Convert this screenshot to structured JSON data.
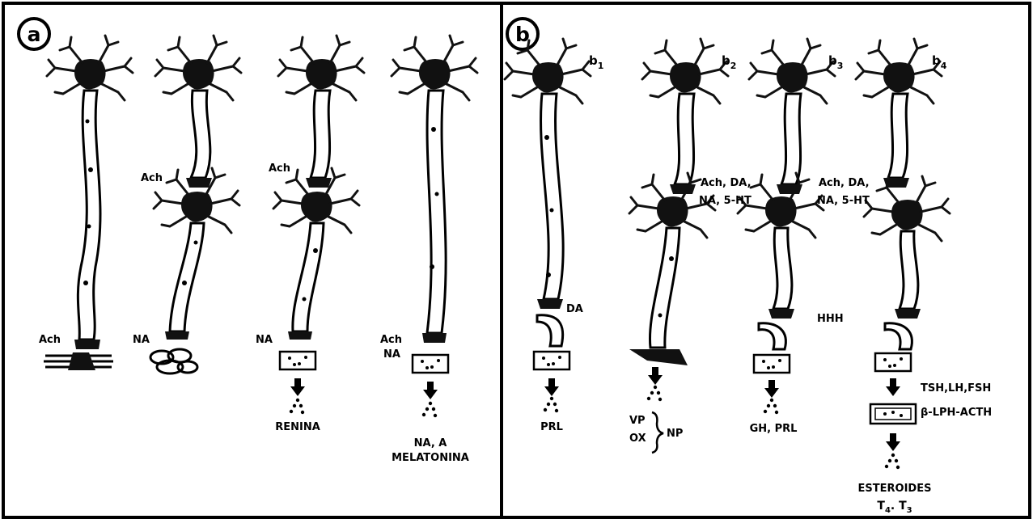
{
  "panels": {
    "a": {
      "letter": "a",
      "neurons": [
        {
          "terminal_label": "Ach"
        },
        {
          "synapse_label": "Ach",
          "terminal_label": "NA"
        },
        {
          "synapse_label": "Ach",
          "terminal_label": "NA",
          "product": "RENINA"
        },
        {
          "terminal_label_1": "Ach",
          "terminal_label_2": "NA",
          "product_1": "NA, A",
          "product_2": "MELATONINA"
        }
      ]
    },
    "b": {
      "letter": "b",
      "neurons": [
        {
          "tag": "b",
          "sub": "1",
          "terminal_label": "DA",
          "product": "PRL"
        },
        {
          "tag": "b",
          "sub": "2",
          "product_1": "VP",
          "product_2": "OX",
          "product_side": "NP"
        },
        {
          "tag": "b",
          "sub": "3",
          "synapse_label_1": "Ach, DA,",
          "synapse_label_2": "NA, 5-HT",
          "product": "GH, PRL"
        },
        {
          "tag": "b",
          "sub": "4",
          "synapse_label_1": "Ach, DA,",
          "synapse_label_2": "NA, 5-HT",
          "hhh": "HHH",
          "hormones_1": "TSH,LH,FSH",
          "hormones_2": "β-LPH-ACTH",
          "product_1": "ESTEROIDES",
          "product_2": "T",
          "sub_a": "4",
          "sep": ". T",
          "sub_b": "3"
        }
      ]
    }
  }
}
